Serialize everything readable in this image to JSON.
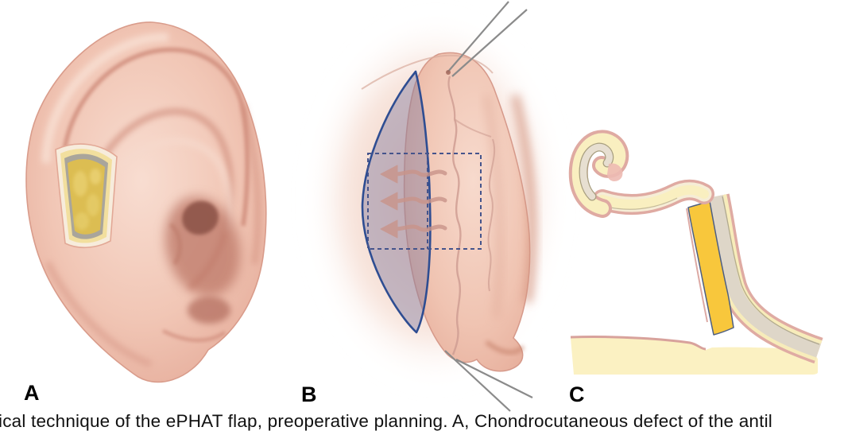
{
  "figure": {
    "caption": "ical technique of the ePHAT flap, preoperative planning. A, Chondrocutaneous defect of the antil",
    "panels": [
      {
        "label": "A",
        "subject": "lateral ear with chondrocutaneous defect"
      },
      {
        "label": "B",
        "subject": "posterior ear with ePHAT flap preoperative markings"
      },
      {
        "label": "C",
        "subject": "cross-section of auricle and postauricular layers"
      }
    ],
    "colors": {
      "skin": "#f1c3b3",
      "skin_shadow": "#d3917f",
      "defect_cartilage": "#dcbd52",
      "flap_outline_blue": "#2e4d92",
      "flap_fill_lavender": "#8d87a8",
      "section_cartilage": "#f8c73c",
      "cross_section_base": "#fbf1c2",
      "label_color": "#000000",
      "caption_color": "#111111"
    }
  }
}
